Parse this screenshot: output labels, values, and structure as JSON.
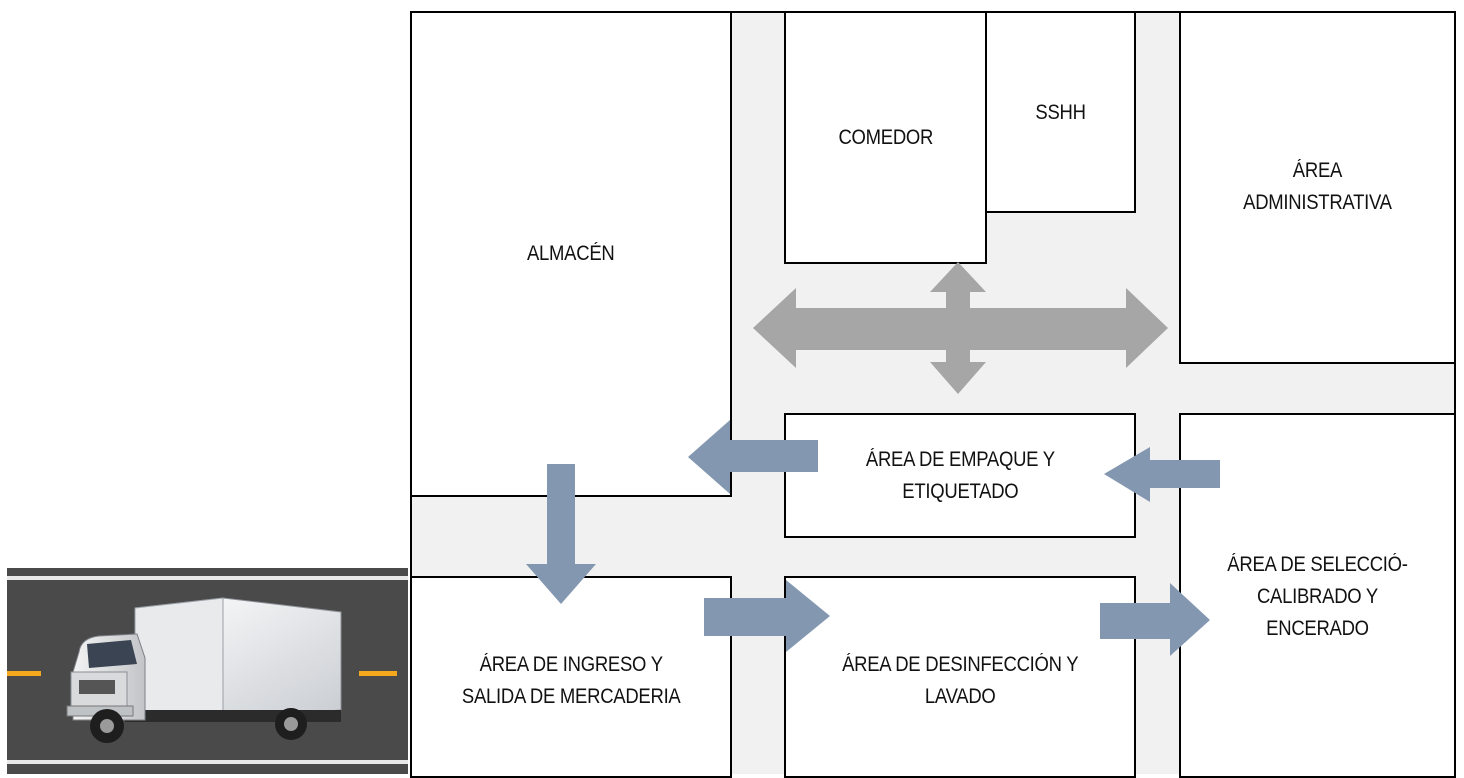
{
  "rooms": {
    "almacen": "ALMACÉN",
    "comedor": "COMEDOR",
    "sshh": "SSHH",
    "administrativa": [
      "ÁREA",
      "ADMINISTRATIVA"
    ],
    "empaque": [
      "ÁREA DE EMPAQUE Y",
      "ETIQUETADO"
    ],
    "seleccion": [
      "ÁREA DE SELECCIÓ-",
      "CALIBRADO Y",
      "ENCERADO"
    ],
    "ingreso": [
      "ÁREA DE INGRESO Y",
      "SALIDA DE MERCADERIA"
    ],
    "desinfeccion": [
      "ÁREA DE DESINFECCIÓN Y",
      "LAVADO"
    ]
  },
  "colors": {
    "corridor": "#f1f1f1",
    "flow_arrow": "#8497b0",
    "circulation_arrow": "#a6a6a6",
    "road": "#4a4a4a",
    "lane_mark": "#f4a81d"
  },
  "icons": {
    "vehicle": "delivery-truck-icon"
  }
}
